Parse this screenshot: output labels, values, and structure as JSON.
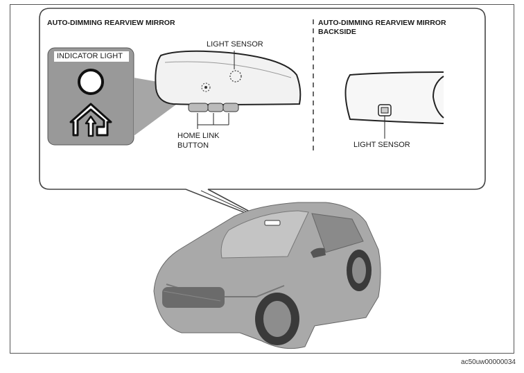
{
  "diagram": {
    "front_title": "AUTO-DIMMING REARVIEW MIRROR",
    "back_title_line1": "AUTO-DIMMING  REARVIEW MIRROR",
    "back_title_line2": "BACKSIDE",
    "indicator_light": "INDICATOR LIGHT",
    "light_sensor_front": "LIGHT SENSOR",
    "home_link_line1": "HOME LINK",
    "home_link_line2": "BUTTON",
    "light_sensor_back": "LIGHT SENSOR"
  },
  "figure_id": "ac50uw00000034"
}
